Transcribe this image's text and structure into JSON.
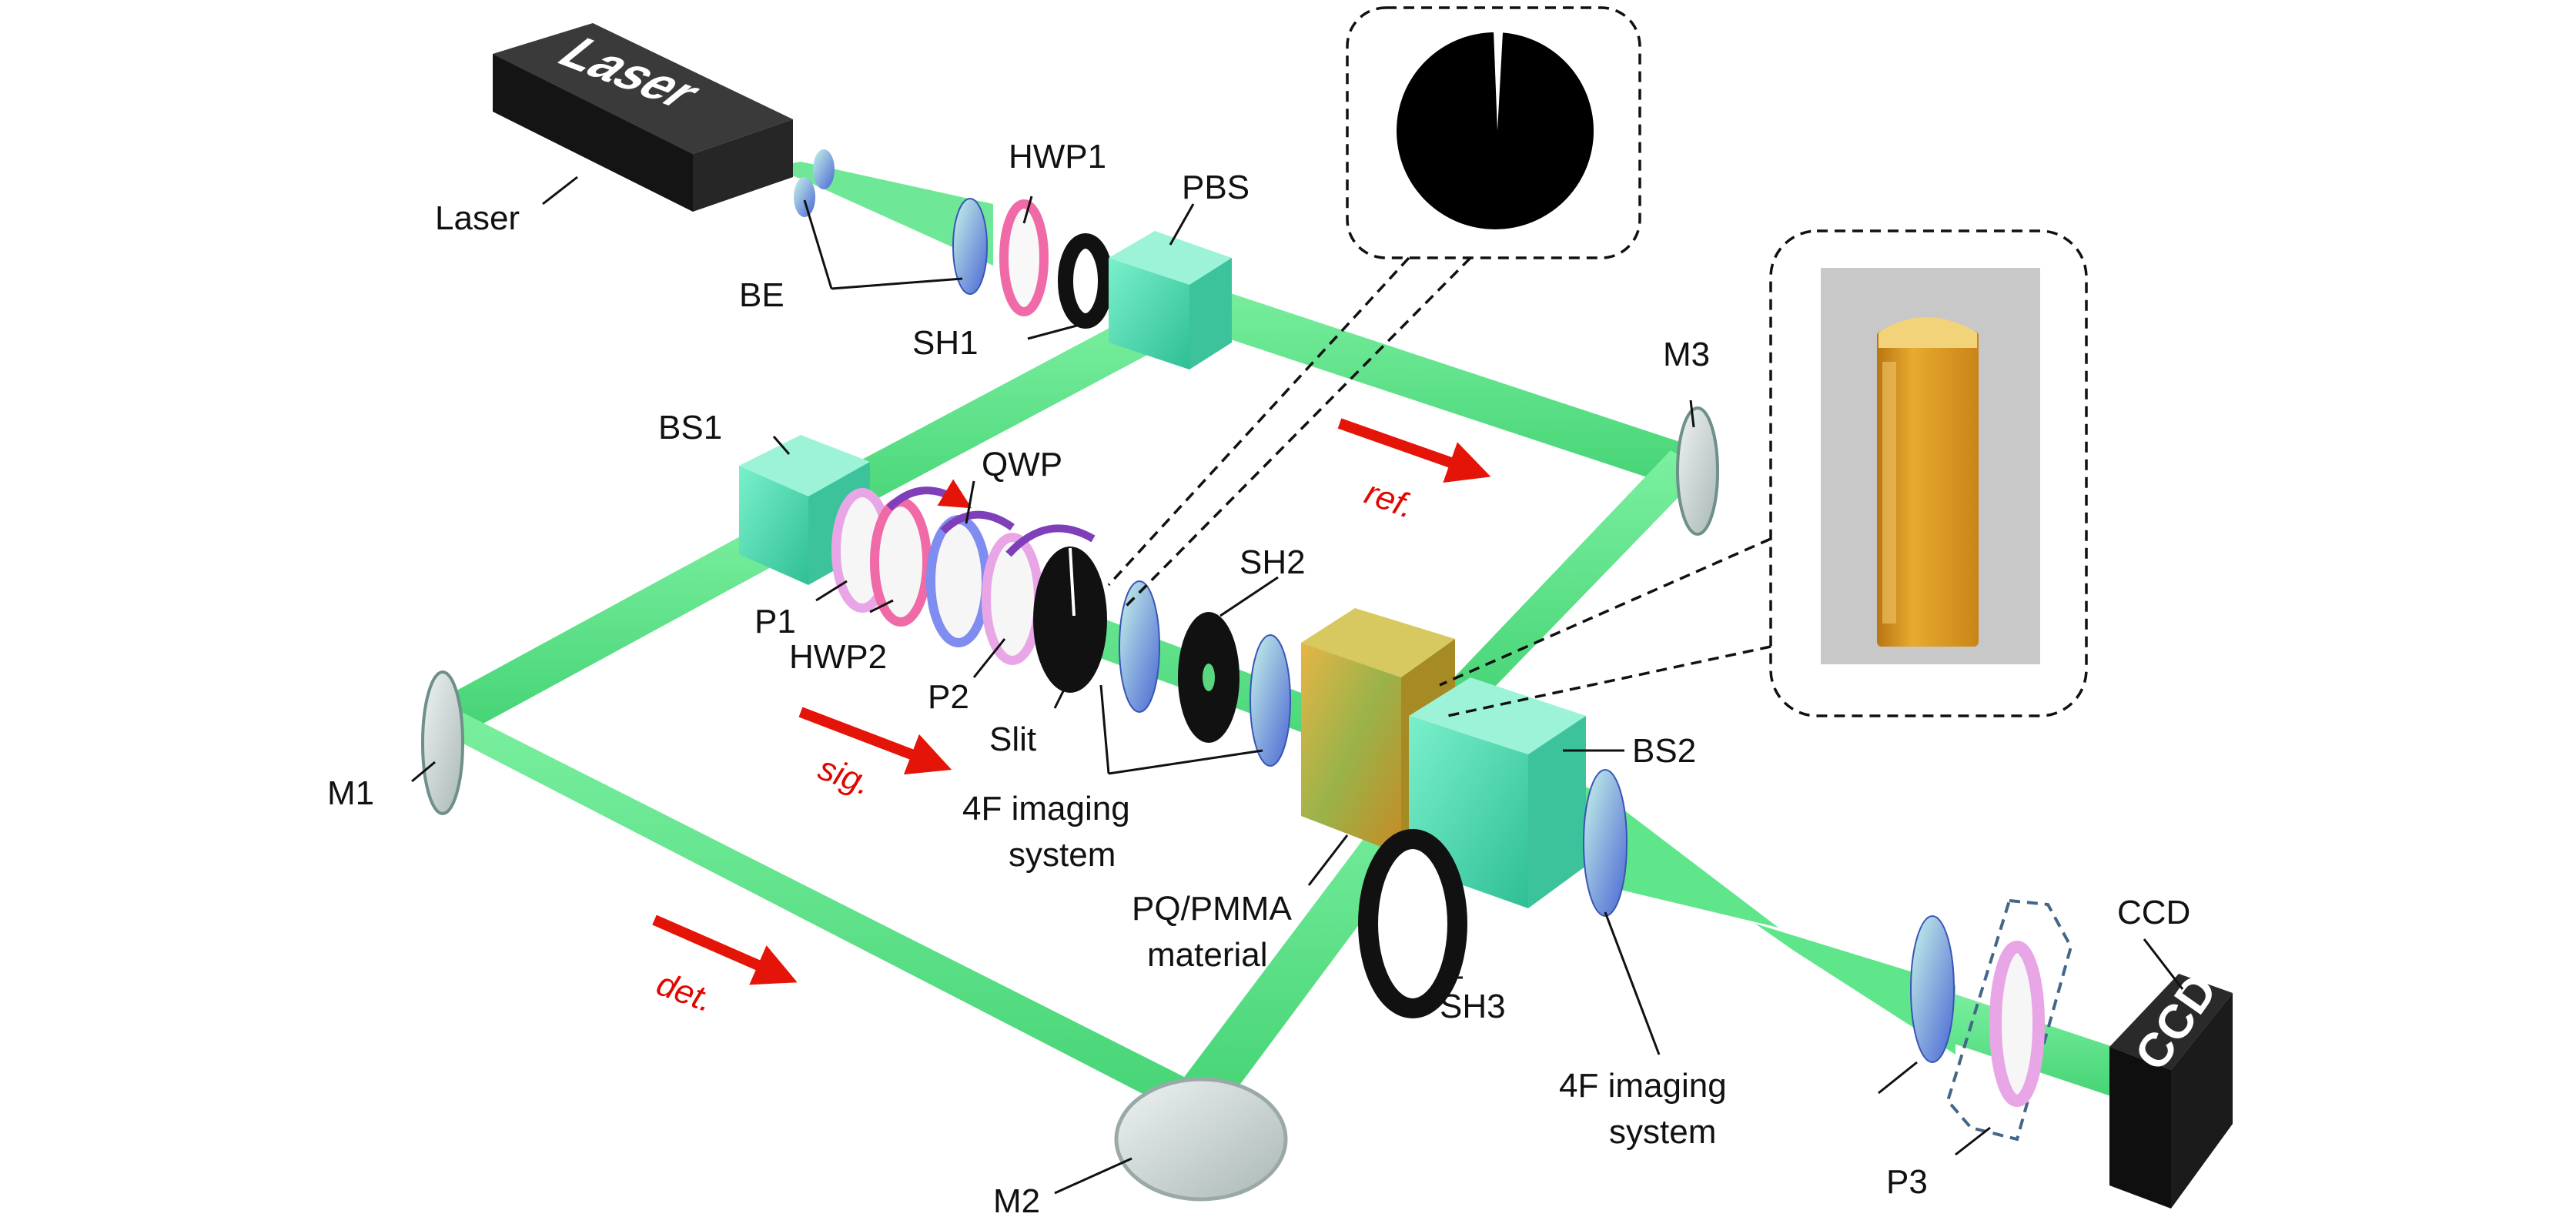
{
  "colors": {
    "beam": "#5fe58a",
    "beam_edge": "#3bc36a",
    "arrow": "#e41508",
    "hwp": "#ef6aa6",
    "qwp": "#7f8cf0",
    "polarizer": "#e8a6e6",
    "lens": "#5b7fd8",
    "cube": "#53e0b4",
    "pq_material": "#c99a2a",
    "device_body": "#1b1b1b",
    "cuvette": "#d8951d"
  },
  "devices": {
    "laser_text": "Laser",
    "ccd_text": "CCD"
  },
  "labels": {
    "laser": "Laser",
    "be": "BE",
    "hwp1": "HWP1",
    "pbs": "PBS",
    "sh1": "SH1",
    "m3": "M3",
    "bs1": "BS1",
    "qwp": "QWP",
    "p1": "P1",
    "hwp2": "HWP2",
    "p2": "P2",
    "slit": "Slit",
    "sh2": "SH2",
    "imaging_system_1_line1": "4F imaging",
    "imaging_system_1_line2": "system",
    "bs2": "BS2",
    "m1": "M1",
    "pq_pmma_line1": "PQ/PMMA",
    "pq_pmma_line2": "material",
    "sh3": "SH3",
    "imaging_system_2_line1": "4F imaging",
    "imaging_system_2_line2": "system",
    "ccd": "CCD",
    "p3": "P3",
    "m2": "M2"
  },
  "beam_arrows": {
    "ref": "ref.",
    "sig": "sig.",
    "det": "det."
  },
  "icons": {
    "slit_inset": "slit-aperture-icon",
    "sample_inset": "cuvette-photo-icon"
  }
}
